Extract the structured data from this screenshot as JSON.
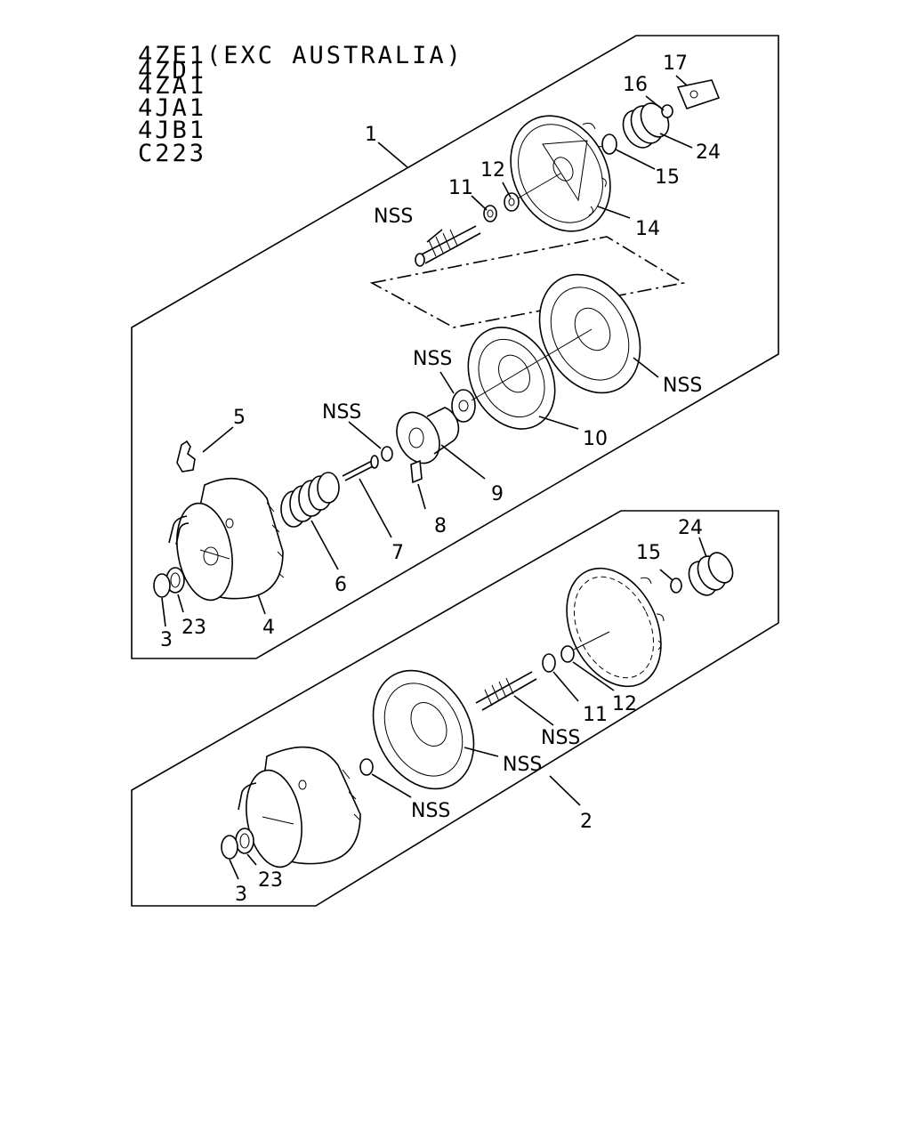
{
  "header": {
    "lines": [
      "4ZE1(EXC AUSTRALIA)",
      "4ZD1",
      "4ZA1",
      "4JA1",
      "4JB1",
      "C223"
    ]
  },
  "callouts": {
    "c1": "1",
    "c2": "2",
    "c3a": "3",
    "c23a": "23",
    "c4": "4",
    "c5": "5",
    "c6": "6",
    "c7": "7",
    "c8": "8",
    "c9": "9",
    "c10": "10",
    "c11a": "11",
    "c12a": "12",
    "c14": "14",
    "c15a": "15",
    "c16": "16",
    "c17": "17",
    "c24a": "24",
    "nss1": "NSS",
    "nss2": "NSS",
    "nss3": "NSS",
    "nss4": "NSS",
    "c24b": "24",
    "c15b": "15",
    "c11b": "11",
    "c12b": "12",
    "nss5": "NSS",
    "nss6": "NSS",
    "nss7": "NSS",
    "c3b": "3",
    "c23b": "23"
  }
}
